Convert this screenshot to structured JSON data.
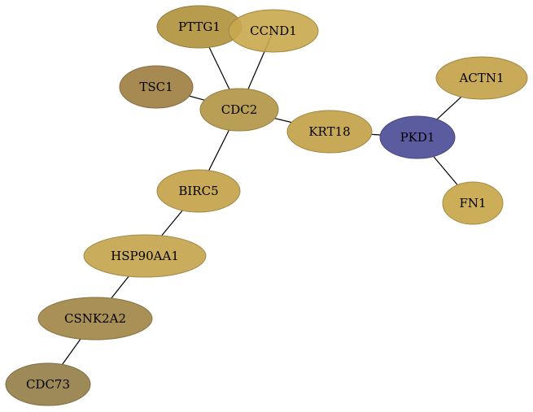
{
  "nodes": [
    {
      "id": "PTTG1",
      "label": "PTTG1",
      "color": "#B89C4E"
    },
    {
      "id": "CCND1",
      "label": "CCND1",
      "color": "#C9A94E"
    },
    {
      "id": "TSC1",
      "label": "TSC1",
      "color": "#A68A52"
    },
    {
      "id": "CDC2",
      "label": "CDC2",
      "color": "#B99E55"
    },
    {
      "id": "KRT18",
      "label": "KRT18",
      "color": "#C8A957"
    },
    {
      "id": "PKD1",
      "label": "PKD1",
      "color": "#5B5BA0"
    },
    {
      "id": "ACTN1",
      "label": "ACTN1",
      "color": "#C8AA58"
    },
    {
      "id": "FN1",
      "label": "FN1",
      "color": "#CCAE58"
    },
    {
      "id": "BIRC5",
      "label": "BIRC5",
      "color": "#C8AA58"
    },
    {
      "id": "HSP90AA1",
      "label": "HSP90AA1",
      "color": "#C9AC5C"
    },
    {
      "id": "CSNK2A2",
      "label": "CSNK2A2",
      "color": "#A89056"
    },
    {
      "id": "CDC73",
      "label": "CDC73",
      "color": "#9E8A58"
    }
  ],
  "edges": [
    {
      "source": "PTTG1",
      "target": "CDC2"
    },
    {
      "source": "CCND1",
      "target": "CDC2"
    },
    {
      "source": "TSC1",
      "target": "CDC2"
    },
    {
      "source": "CDC2",
      "target": "KRT18"
    },
    {
      "source": "KRT18",
      "target": "PKD1"
    },
    {
      "source": "PKD1",
      "target": "ACTN1"
    },
    {
      "source": "PKD1",
      "target": "FN1"
    },
    {
      "source": "CDC2",
      "target": "BIRC5"
    },
    {
      "source": "BIRC5",
      "target": "HSP90AA1"
    },
    {
      "source": "HSP90AA1",
      "target": "CSNK2A2"
    },
    {
      "source": "CSNK2A2",
      "target": "CDC73"
    }
  ]
}
